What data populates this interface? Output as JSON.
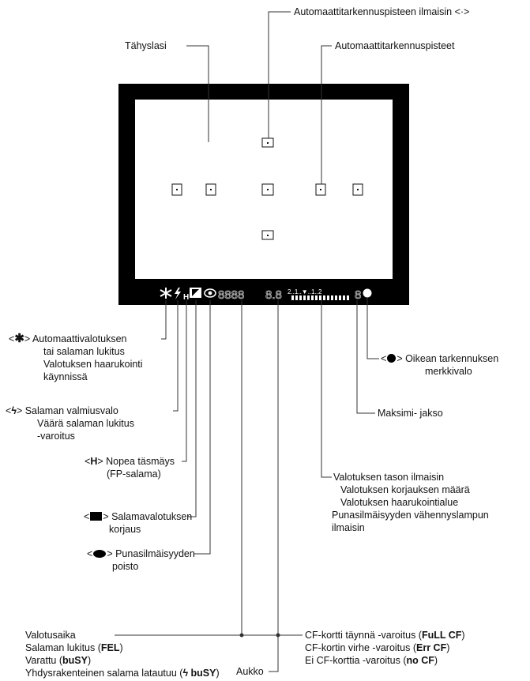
{
  "labels": {
    "af_indicator": "Automaattitarkennuspisteen ilmaisin <·>",
    "af_points": "Automaattitarkennuspisteet",
    "reticle": "Tähyslasi",
    "focus_confirm": {
      "prefix": "<",
      "suffix": "> Oikean tarkennuksen",
      "line2": "merkkivalo"
    },
    "ae_lock": {
      "prefix": "<",
      "suffix": "> Automaattivalotuksen",
      "lines": [
        "tai salaman lukitus",
        "Valotuksen haarukointi",
        "käynnissä"
      ]
    },
    "flash_ready": {
      "prefix": "<",
      "suffix": "> Salaman valmiusvalo",
      "lines": [
        "Väärä salaman lukitus",
        "-varoitus"
      ]
    },
    "high_speed_sync": {
      "prefix": "<",
      "symbol": "H",
      "suffix": "> Nopea täsmäys",
      "line2": "(FP-salama)"
    },
    "flash_comp": {
      "prefix": "<",
      "suffix": "> Salamavalotuksen",
      "line2": "korjaus"
    },
    "red_eye": {
      "prefix": "<",
      "suffix": "> Punasilmäisyyden",
      "line2": "poisto"
    },
    "max_burst": "Maksimi- jakso",
    "exposure_level": [
      "Valotuksen tason ilmaisin",
      "Valotuksen korjauksen määrä",
      "Valotuksen haarukointialue",
      "Punasilmäisyyden vähennyslampun",
      "ilmaisin"
    ],
    "shutter": {
      "line1": "Valotusaika",
      "line2_text": "Salaman lukitus (",
      "line2_bold": "FEL",
      "line2_end": ")",
      "line3_text": "Varattu (",
      "line3_bold": "buSY",
      "line3_end": ")",
      "line4_text": "Yhdysrakenteinen salama latautuu (",
      "line4_bold": " buSY",
      "line4_end": ")"
    },
    "cf_warnings": {
      "line1_text": "CF-kortti täynnä -varoitus (",
      "line1_bold": "FuLL CF",
      "line1_end": ")",
      "line2_text": "CF-kortin virhe -varoitus (",
      "line2_bold": "Err CF",
      "line2_end": ")",
      "line3_text": "Ei CF-korttia -varoitus (",
      "line3_bold": "no CF",
      "line3_end": ")"
    },
    "aperture": "Aukko"
  },
  "lcd": {
    "shutter_digits": "8888",
    "aperture_digits": "8.8",
    "scale_top": "2..1..▼..1..2",
    "max_burst_digit": "8"
  },
  "colors": {
    "viewfinder": "#000000",
    "background": "#ffffff",
    "lines": "#333333"
  }
}
